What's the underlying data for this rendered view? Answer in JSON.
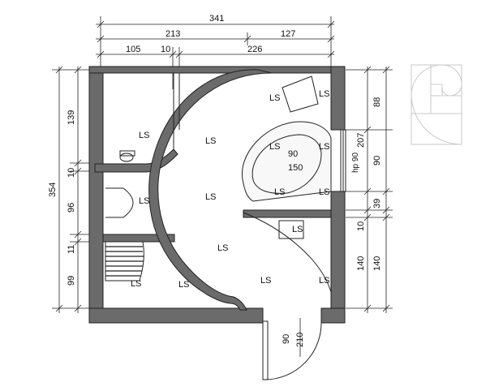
{
  "dimensions": {
    "top": {
      "total": "341",
      "part_a": "213",
      "part_b": "127",
      "seg_1": "105",
      "seg_2": "10",
      "seg_3": "226"
    },
    "left": {
      "total": "354",
      "seg_1": "139",
      "seg_2": "10",
      "seg_3": "96",
      "seg_4": "11",
      "seg_5": "99"
    },
    "right": {
      "seg_1": "88",
      "seg_2": "207",
      "seg_3": "90",
      "seg_4": "39",
      "seg_5": "10",
      "seg_6": "140",
      "inner_140": "140"
    },
    "bath": {
      "width": "90",
      "length": "150",
      "hp": "hp 90"
    },
    "door": {
      "width": "90",
      "height": "210"
    }
  },
  "labels": {
    "ls": "LS"
  },
  "colors": {
    "wall_fill": "#6b6b6b",
    "wall_stroke": "#222222",
    "dim_line": "#222222",
    "golden_spiral": "#c9c9c9"
  }
}
